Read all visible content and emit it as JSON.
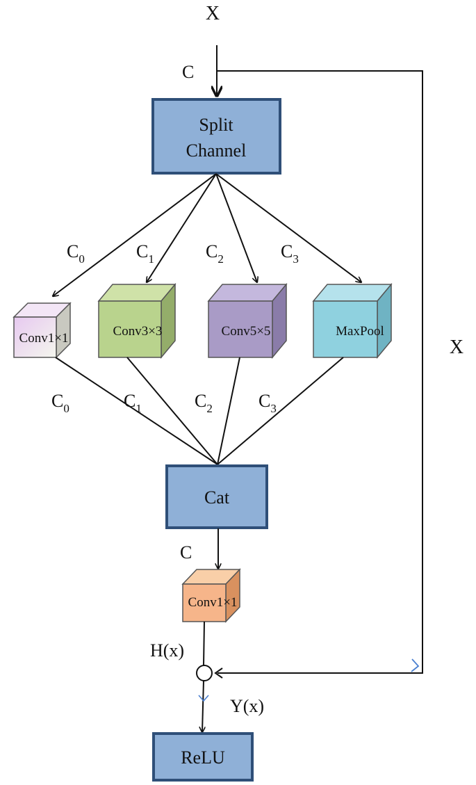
{
  "labels": {
    "input_top": "X",
    "channel_in": "C",
    "skip": "X",
    "channel_after_cat": "C",
    "hx": "H(x)",
    "yx": "Y(x)"
  },
  "branch_in": [
    {
      "base": "C",
      "sub": "0"
    },
    {
      "base": "C",
      "sub": "1"
    },
    {
      "base": "C",
      "sub": "2"
    },
    {
      "base": "C",
      "sub": "3"
    }
  ],
  "branch_out": [
    {
      "base": "C",
      "sub": "0"
    },
    {
      "base": "C",
      "sub": "1"
    },
    {
      "base": "C",
      "sub": "2"
    },
    {
      "base": "C",
      "sub": "3"
    }
  ],
  "blocks": {
    "split_line1": "Split",
    "split_line2": "Channel",
    "cat": "Cat",
    "relu": "ReLU"
  },
  "cubes": {
    "conv1_top": "Conv1×1",
    "conv3": "Conv3×3",
    "conv5": "Conv5×5",
    "maxpool": "MaxPool",
    "conv1_bottom": "Conv1×1"
  },
  "colors": {
    "block_fill": "#8fb0d7",
    "block_border": "#2f4f78",
    "conv1_top": "#ece2f0",
    "conv3": "#b9d38d",
    "conv5": "#a99bc6",
    "maxpool": "#8fd1df",
    "conv1_bottom": "#f6b58a",
    "arrow_accent": "#4a7fd0"
  }
}
